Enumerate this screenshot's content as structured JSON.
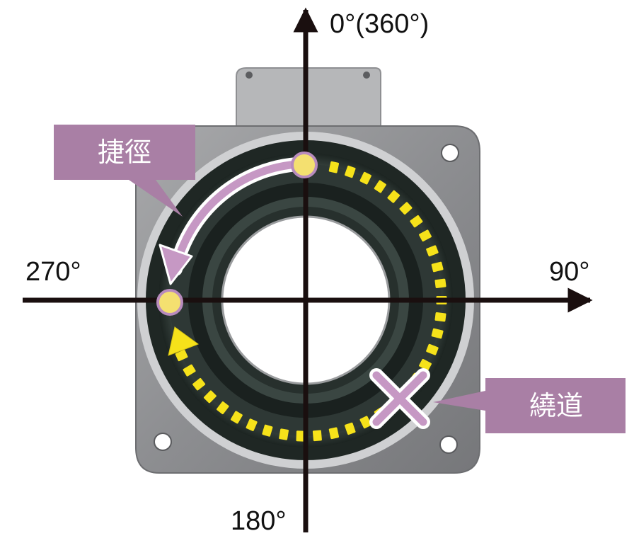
{
  "axes": {
    "top": "0°(360°)",
    "right": "90°",
    "bottom": "180°",
    "left": "270°"
  },
  "callouts": {
    "shortcut": "捷徑",
    "detour": "繞道"
  },
  "colors": {
    "callout": "#a97fa5",
    "arc_arrow": "#c698c4",
    "dots": "#f6e21a",
    "marker": "#f4e070",
    "axis": "#1a0f0f"
  },
  "icons": {
    "forbidden_mark": "cross-icon"
  }
}
